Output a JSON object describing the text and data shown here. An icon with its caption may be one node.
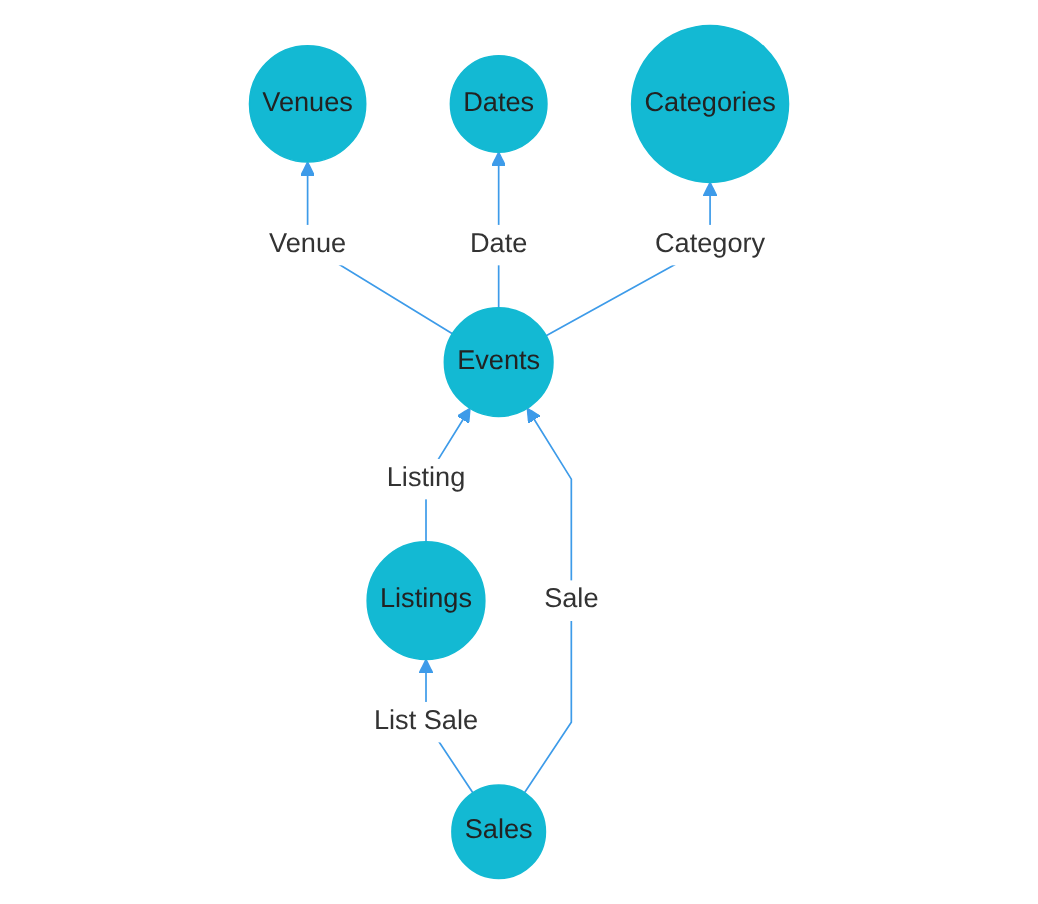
{
  "diagram": {
    "nodes": [
      {
        "text": [
          "Venues"
        ]
      },
      {
        "text": [
          "Dates"
        ]
      },
      {
        "text": [
          "Events"
        ]
      },
      {
        "text": [
          "Categories"
        ]
      },
      {
        "text": [
          "Listings"
        ]
      },
      {
        "text": [
          "Sales"
        ]
      }
    ],
    "edges": [
      {
        "from": 2,
        "to": 0,
        "arrow": "to",
        "label": "Venue"
      },
      {
        "from": 2,
        "to": 1,
        "arrow": "to",
        "label": "Date"
      },
      {
        "from": 2,
        "to": 3,
        "arrow": "to",
        "label": "Category"
      },
      {
        "from": 4,
        "to": 2,
        "arrow": "to",
        "label": "Listing"
      },
      {
        "from": 5,
        "to": 2,
        "arrow": "to",
        "label": "Sale"
      },
      {
        "from": 5,
        "to": 4,
        "arrow": "to",
        "label": "List Sale"
      }
    ]
  }
}
